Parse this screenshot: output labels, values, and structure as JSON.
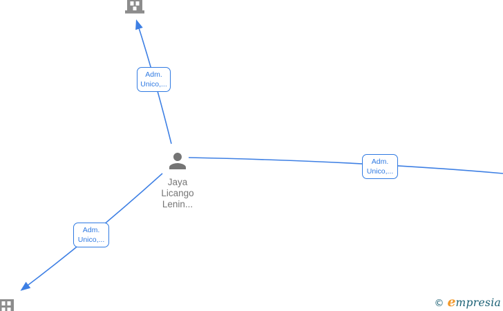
{
  "nodes": {
    "person": {
      "label": "Jaya\nLicango\nLenin...",
      "icon": "person-icon"
    },
    "company_top": {
      "icon": "building-icon"
    },
    "company_bottom_left": {
      "icon": "building-icon"
    }
  },
  "edges": [
    {
      "label": "Adm.\nUnico,...",
      "from": "person",
      "arrow": "to-company-top"
    },
    {
      "label": "Adm.\nUnico,...",
      "from": "person",
      "arrow": "to-offscreen-right"
    },
    {
      "label": "Adm.\nUnico,...",
      "from": "person",
      "arrow": "to-company-bottom-left"
    }
  ],
  "colors": {
    "edge_blue": "#3d7fe4",
    "label_border_blue": "#2e79e2",
    "label_text_blue": "#2e79e2",
    "person_gray": "#757575",
    "building_gray": "#8c8c8c",
    "name_text_gray": "#757575",
    "logo_teal": "#1b6175",
    "logo_orange": "#f2992c"
  },
  "watermark": {
    "copyright_symbol": "©",
    "brand_initial": "e",
    "brand_rest": "mpresia"
  }
}
